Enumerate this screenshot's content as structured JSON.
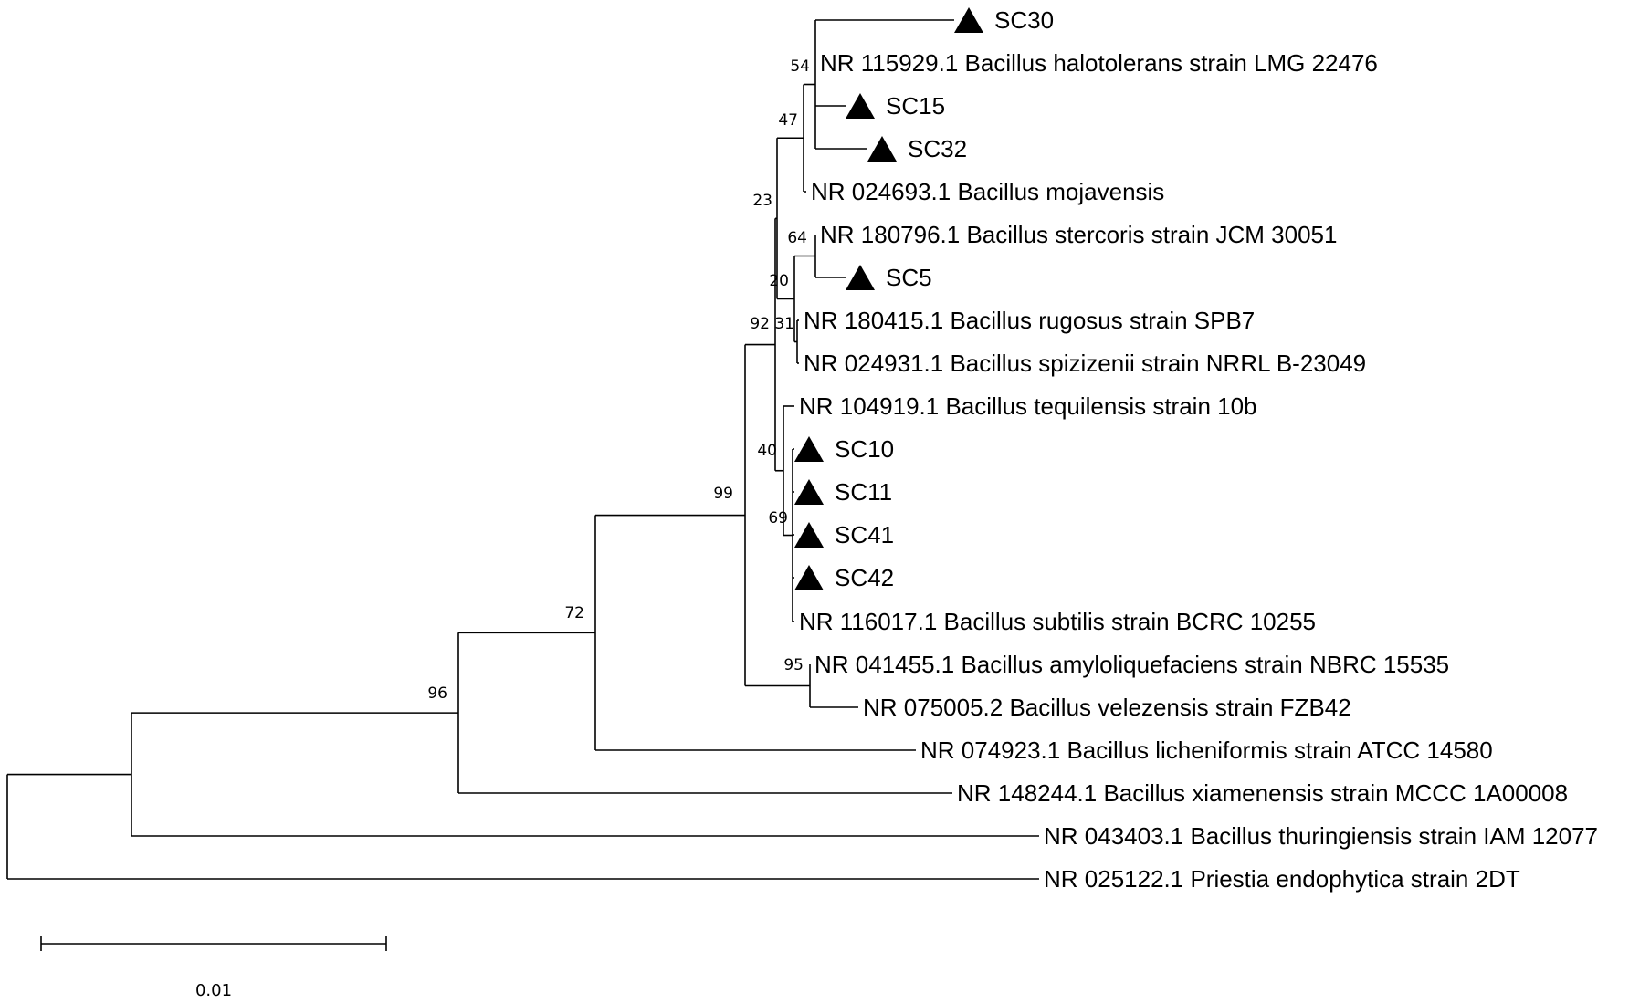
{
  "tree": {
    "taxa": [
      {
        "id": "sc30",
        "label": "SC30",
        "isolate": true
      },
      {
        "id": "halotolerans",
        "label": "NR 115929.1 Bacillus halotolerans strain LMG 22476",
        "isolate": false
      },
      {
        "id": "sc15",
        "label": "SC15",
        "isolate": true
      },
      {
        "id": "sc32",
        "label": "SC32",
        "isolate": true
      },
      {
        "id": "mojavensis",
        "label": "NR 024693.1 Bacillus mojavensis",
        "isolate": false
      },
      {
        "id": "stercoris",
        "label": "NR 180796.1 Bacillus stercoris strain JCM 30051",
        "isolate": false
      },
      {
        "id": "sc5",
        "label": "SC5",
        "isolate": true
      },
      {
        "id": "rugosus",
        "label": "NR 180415.1 Bacillus rugosus strain SPB7",
        "isolate": false
      },
      {
        "id": "spizizenii",
        "label": "NR 024931.1 Bacillus spizizenii strain NRRL B-23049",
        "isolate": false
      },
      {
        "id": "tequilensis",
        "label": "NR 104919.1 Bacillus tequilensis strain 10b",
        "isolate": false
      },
      {
        "id": "sc10",
        "label": "SC10",
        "isolate": true
      },
      {
        "id": "sc11",
        "label": "SC11",
        "isolate": true
      },
      {
        "id": "sc41",
        "label": "SC41",
        "isolate": true
      },
      {
        "id": "sc42",
        "label": "SC42",
        "isolate": true
      },
      {
        "id": "subtilis",
        "label": "NR 116017.1 Bacillus subtilis strain BCRC 10255",
        "isolate": false
      },
      {
        "id": "amyloliquefaciens",
        "label": "NR 041455.1 Bacillus amyloliquefaciens strain NBRC 15535",
        "isolate": false
      },
      {
        "id": "velezensis",
        "label": "NR 075005.2 Bacillus velezensis strain FZB42",
        "isolate": false
      },
      {
        "id": "licheniformis",
        "label": "NR 074923.1 Bacillus licheniformis strain ATCC 14580",
        "isolate": false
      },
      {
        "id": "xiamenensis",
        "label": "NR 148244.1 Bacillus xiamenensis strain MCCC 1A00008",
        "isolate": false
      },
      {
        "id": "thuringiensis",
        "label": "NR 043403.1 Bacillus thuringiensis strain IAM 12077",
        "isolate": false
      },
      {
        "id": "priestia",
        "label": "NR 025122.1 Priestia endophytica strain 2DT",
        "isolate": false
      }
    ],
    "bootstrap": {
      "n96": "96",
      "n72": "72",
      "n99": "99",
      "n92": "92",
      "n95": "95",
      "n23": "23",
      "n47": "47",
      "n54": "54",
      "n64": "64",
      "n20": "20",
      "n31": "31",
      "n40": "40",
      "n69": "69"
    },
    "scale_bar": {
      "label": "0.01"
    },
    "marker_shape": "filled-triangle",
    "color": "#000000"
  }
}
